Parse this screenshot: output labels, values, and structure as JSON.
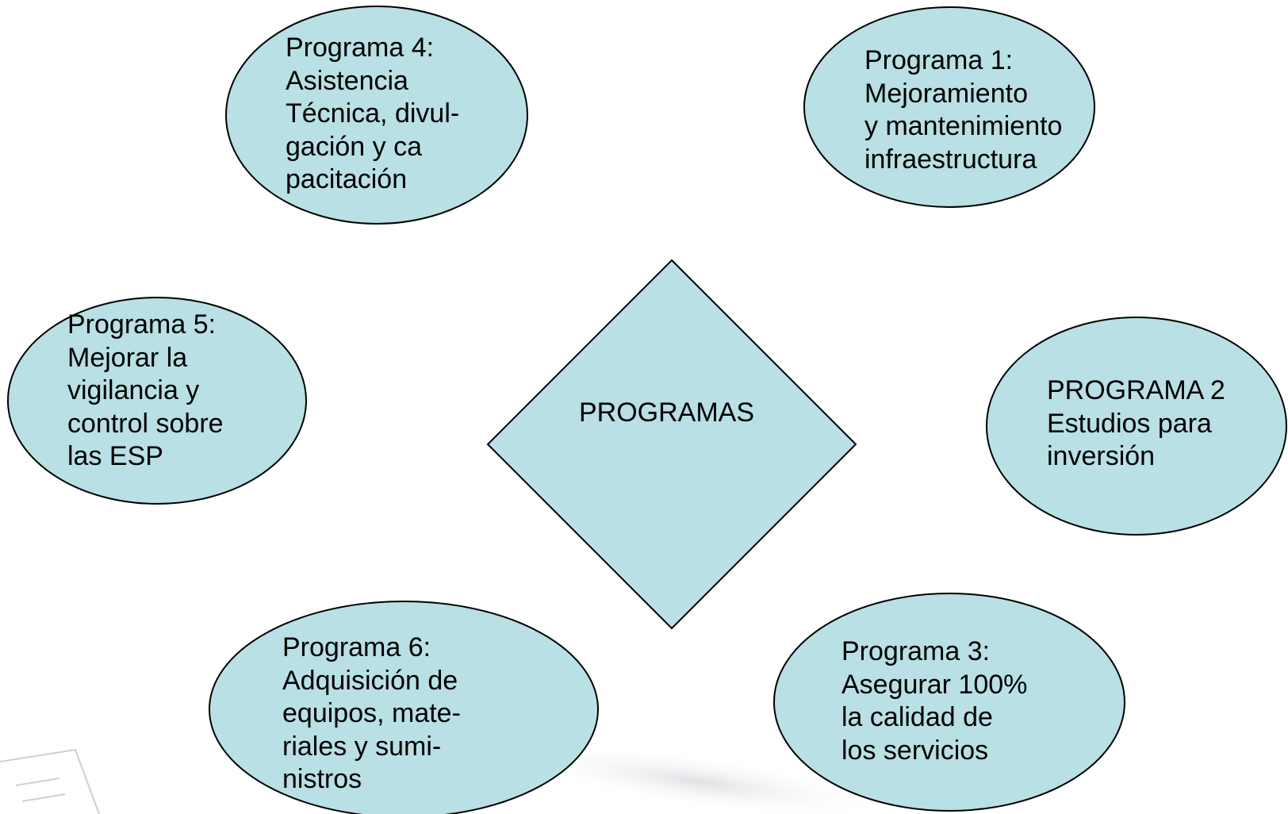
{
  "colors": {
    "node_fill": "#b9e0e4",
    "stroke": "#000000",
    "text": "#000000"
  },
  "center": {
    "label": "PROGRAMAS"
  },
  "programs": [
    {
      "id": "programa-4",
      "lines": [
        "Programa 4:",
        "Asistencia",
        "Técnica, divul-",
        "gación y ca",
        "pacitación"
      ]
    },
    {
      "id": "programa-1",
      "lines": [
        "Programa 1:",
        "Mejoramiento",
        "y mantenimiento",
        "infraestructura"
      ]
    },
    {
      "id": "programa-5",
      "lines": [
        "Programa 5:",
        "Mejorar la",
        "vigilancia y",
        "control sobre",
        "las ESP"
      ]
    },
    {
      "id": "programa-2",
      "lines": [
        "PROGRAMA 2",
        "Estudios para",
        "inversión"
      ]
    },
    {
      "id": "programa-6",
      "lines": [
        "Programa 6:",
        "Adquisición de",
        "equipos, mate-",
        "riales y sumi-",
        "nistros"
      ]
    },
    {
      "id": "programa-3",
      "lines": [
        "Programa 3:",
        "Asegurar 100%",
        "la calidad de",
        "los servicios"
      ]
    }
  ]
}
